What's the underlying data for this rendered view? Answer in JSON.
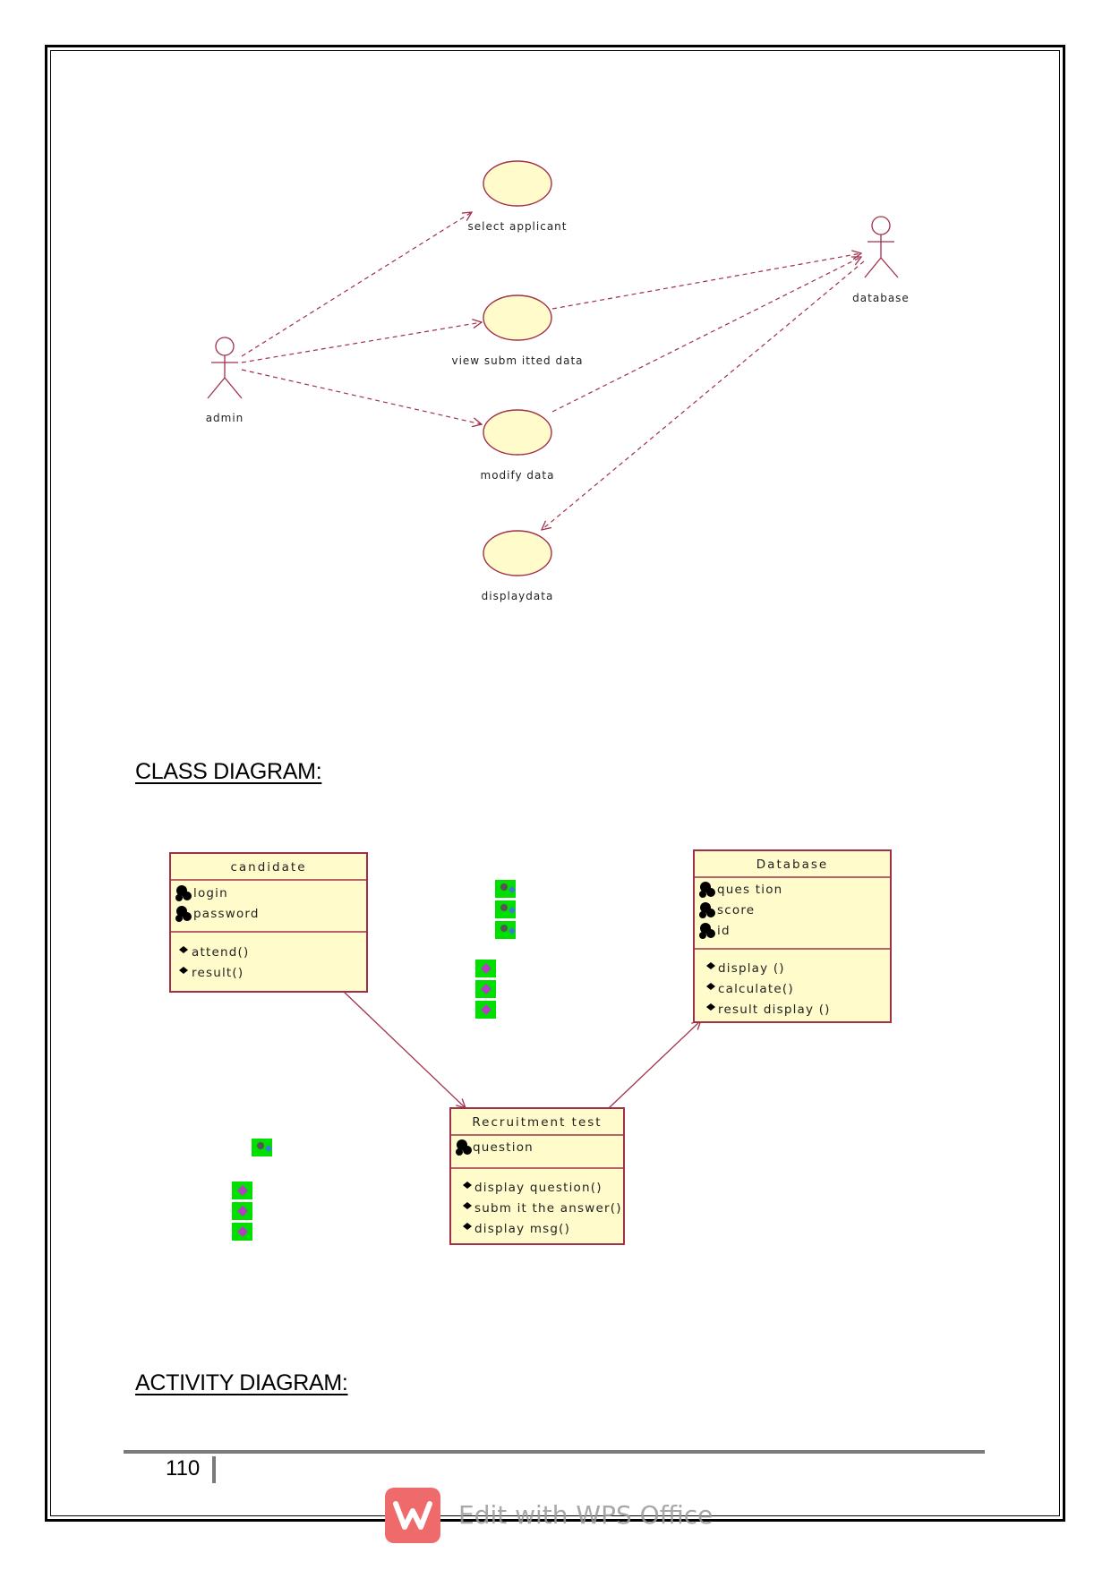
{
  "usecase_diagram": {
    "actors": [
      "admin",
      "database"
    ],
    "use_cases": [
      "select applicant",
      "view subm itted data",
      "modify data",
      "displaydata"
    ]
  },
  "headings": {
    "class_diagram": "CLASS DIAGRAM:",
    "activity_diagram": "ACTIVITY DIAGRAM:"
  },
  "class_diagram": {
    "candidate": {
      "name": "candidate",
      "attributes": [
        "login",
        "password"
      ],
      "operations": [
        "attend()",
        "result()"
      ]
    },
    "database": {
      "name": "Database",
      "attributes": [
        "ques tion",
        "score",
        "id"
      ],
      "operations": [
        "display ()",
        "calculate()",
        "result display ()"
      ]
    },
    "recruitment": {
      "name": "Recruitment test",
      "attributes": [
        "question"
      ],
      "operations": [
        "display question()",
        "subm it the answer()",
        "display msg()"
      ]
    }
  },
  "footer": {
    "page_number": "110"
  },
  "watermark": {
    "text": "Edit with WPS Office",
    "icon": "wps-logo-icon"
  },
  "colors": {
    "uml_border": "#a0304a",
    "uml_fill": "#fffbcb",
    "icon_green": "#00e000",
    "wps_red": "#ef6b6b"
  }
}
